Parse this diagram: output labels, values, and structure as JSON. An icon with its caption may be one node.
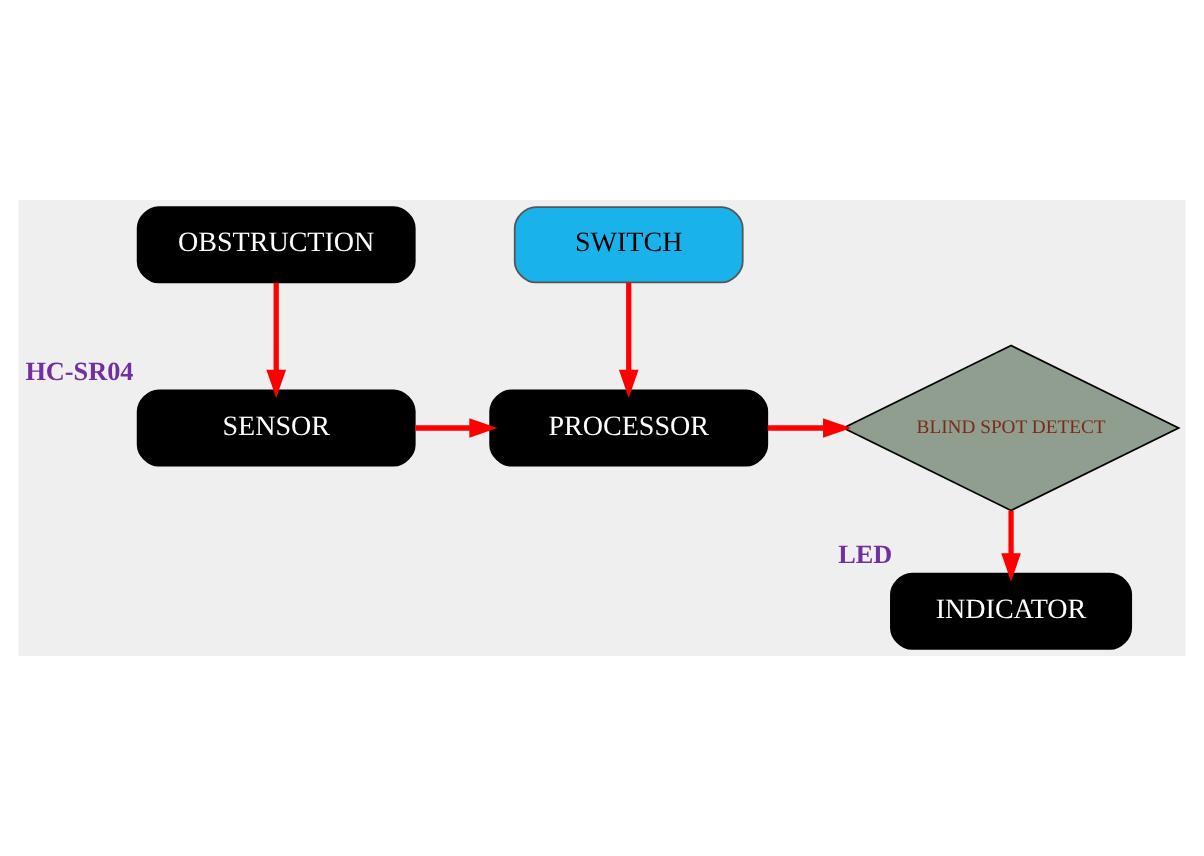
{
  "diagram": {
    "nodes": [
      {
        "text": [
          "OBSTRUCTION"
        ]
      },
      {
        "text": [
          "SWITCH"
        ]
      },
      {
        "text": [
          "SENSOR"
        ],
        "beside": [
          "HC-SR04"
        ]
      },
      {
        "text": [
          "PROCESSOR"
        ]
      },
      {
        "text": [
          "BLIND SPOT DETECT"
        ]
      },
      {
        "text": [
          "INDICATOR"
        ],
        "beside": [
          "LED"
        ]
      }
    ],
    "edges": [
      {
        "from": 0,
        "to": 2,
        "arrow": "to"
      },
      {
        "from": 1,
        "to": 3,
        "arrow": "to"
      },
      {
        "from": 2,
        "to": 3,
        "arrow": "to"
      },
      {
        "from": 3,
        "to": 4,
        "arrow": "to"
      },
      {
        "from": 4,
        "to": 5,
        "arrow": "to"
      }
    ]
  }
}
